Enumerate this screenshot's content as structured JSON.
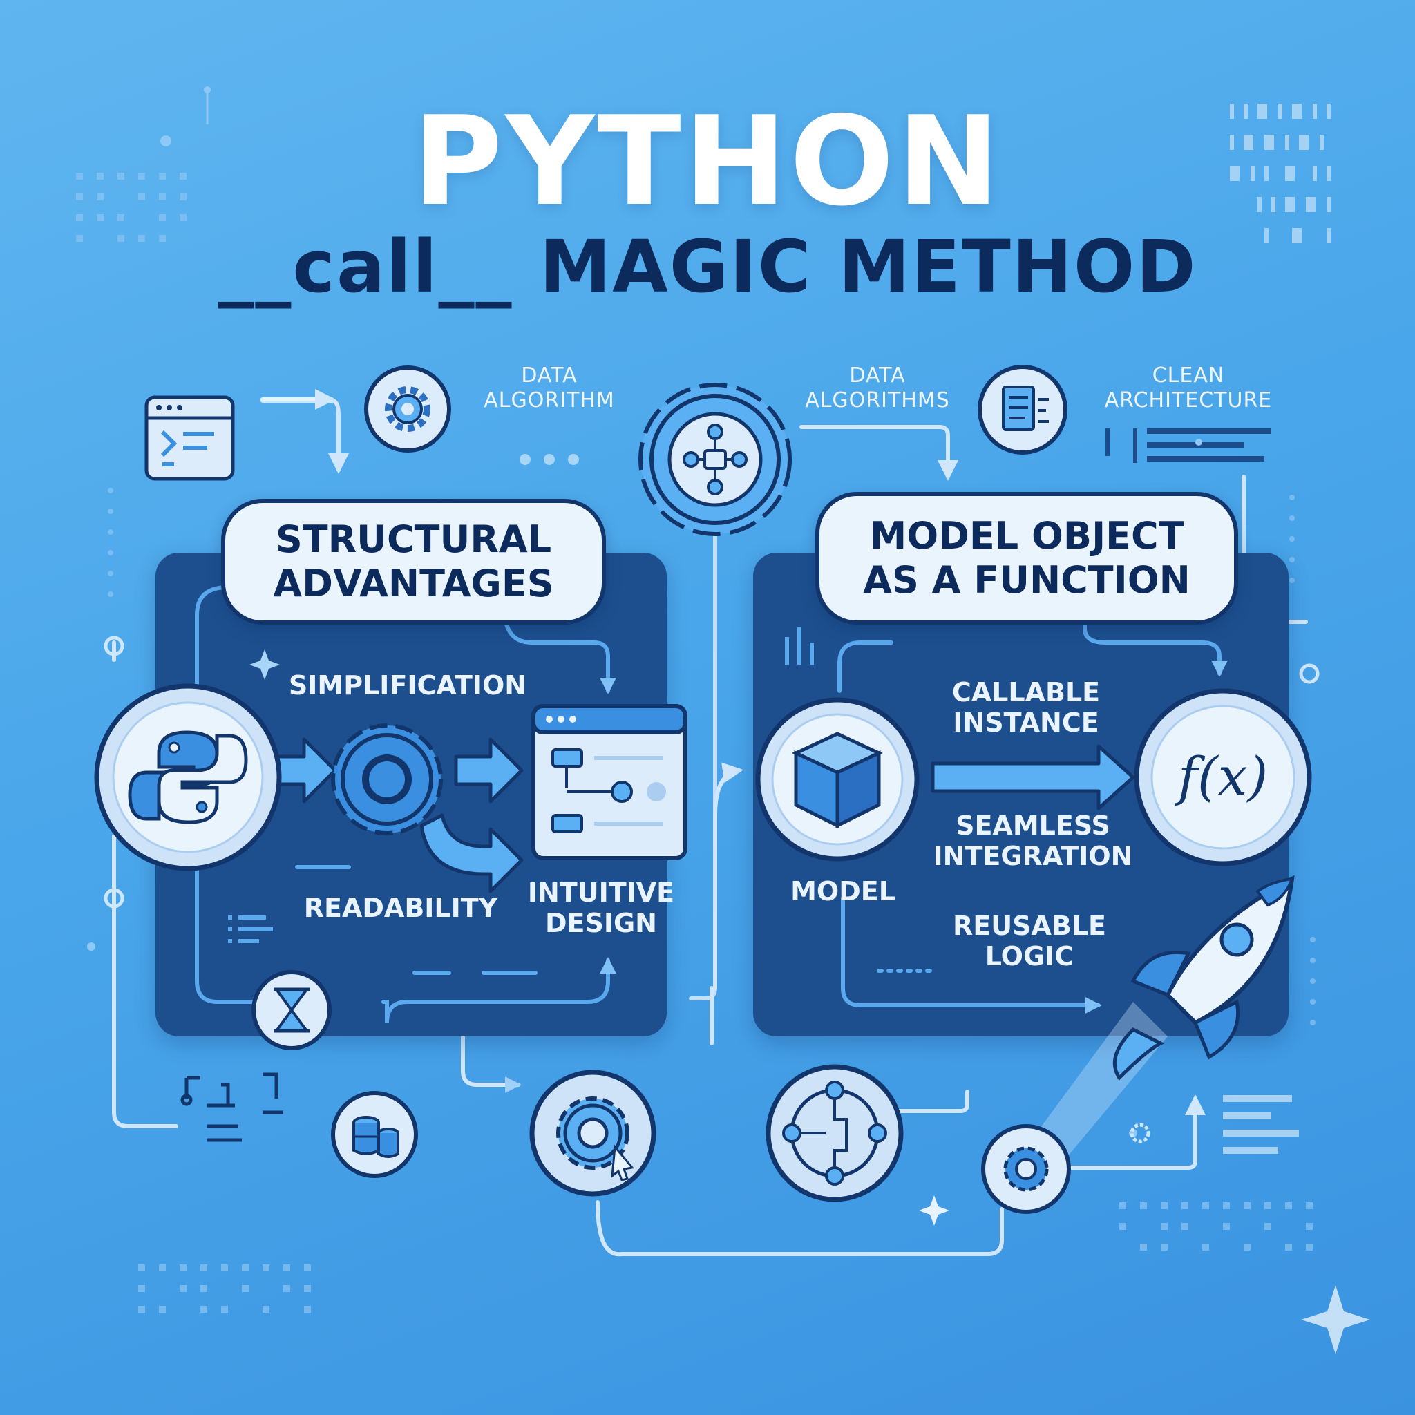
{
  "title": "PYTHON",
  "subtitle": "__call__ MAGIC METHOD",
  "top_labels": {
    "data_algorithm": "DATA\nALGORITHM",
    "data_algorithms": "DATA\nALGORITHMS",
    "clean_architecture": "CLEAN\nARCHITECTURE"
  },
  "left_panel": {
    "heading": "STRUCTURAL\nADVANTAGES",
    "simplification": "SIMPLIFICATION",
    "readability": "READABILITY",
    "intuitive_design": "INTUITIVE\nDESIGN"
  },
  "right_panel": {
    "heading": "MODEL OBJECT\nAS A FUNCTION",
    "callable_instance": "CALLABLE\nINSTANCE",
    "seamless_integration": "SEAMLESS\nINTEGRATION",
    "model": "MODEL",
    "reusable_logic": "REUSABLE\nLOGIC",
    "function_symbol": "f(x)"
  },
  "icons": [
    "code-window-icon",
    "gear-icon",
    "central-gear-flow-icon",
    "document-list-icon",
    "python-logo-icon",
    "settings-gear-icon",
    "window-flowchart-icon",
    "cube-model-icon",
    "function-icon",
    "rocket-icon",
    "hourglass-icon",
    "database-icon",
    "gear-cursor-icon",
    "flow-network-icon",
    "small-gear-icon"
  ],
  "colors": {
    "background": "#4aa6ea",
    "panel": "#1d4f8f",
    "title": "#ffffff",
    "subtitle": "#0d2a5c",
    "icon_fill": "#dcecfb",
    "icon_stroke": "#12366b",
    "accent": "#3a8fe0"
  }
}
